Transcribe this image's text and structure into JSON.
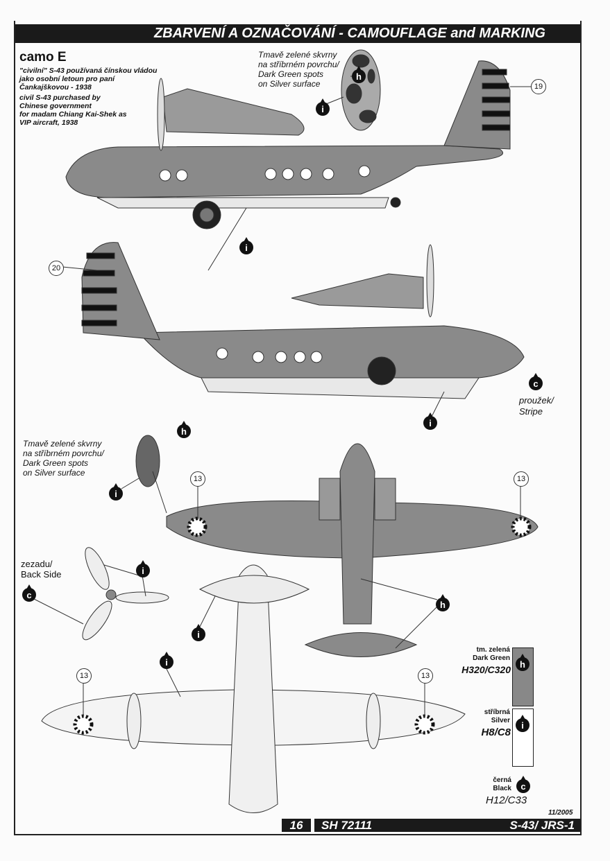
{
  "title": "ZBARVENÍ A OZNAČOVÁNÍ - CAMOUFLAGE and MARKING",
  "camo": {
    "name": "camo E",
    "cz": [
      "\"civilní\" S-43 používaná čínskou vládou",
      "jako osobní letoun pro paní",
      "Čankajškovou - 1938"
    ],
    "en": [
      "civil S-43 purchased by",
      "Chinese government",
      "for madam Chiang Kai-Shek as",
      "VIP aircraft, 1938"
    ]
  },
  "spots_note": [
    "Tmavě zelené skvrny",
    "na stříbrném povrchu/",
    "Dark Green spots",
    "on Silver surface"
  ],
  "stripe_note": [
    "proužek/",
    "Stripe"
  ],
  "back_side": [
    "zezadu/",
    "Back Side"
  ],
  "callouts": {
    "c19": "19",
    "c20": "20",
    "c13": "13"
  },
  "markers": {
    "h": "h",
    "i": "i",
    "c": "c"
  },
  "legend": [
    {
      "code": "h",
      "cz": "tm. zelená",
      "en": "Dark Green",
      "ref": "H320/C320",
      "color": "#888888"
    },
    {
      "code": "i",
      "cz": "stříbrná",
      "en": "Silver",
      "ref": "H8/C8",
      "color": "#ffffff"
    },
    {
      "code": "c",
      "cz": "černá",
      "en": "Black",
      "ref": "H12/C33",
      "color": "#111111"
    }
  ],
  "footer": {
    "page": "16",
    "kit": "SH 72111",
    "date": "11/2005",
    "model": "S-43/ JRS-1"
  }
}
